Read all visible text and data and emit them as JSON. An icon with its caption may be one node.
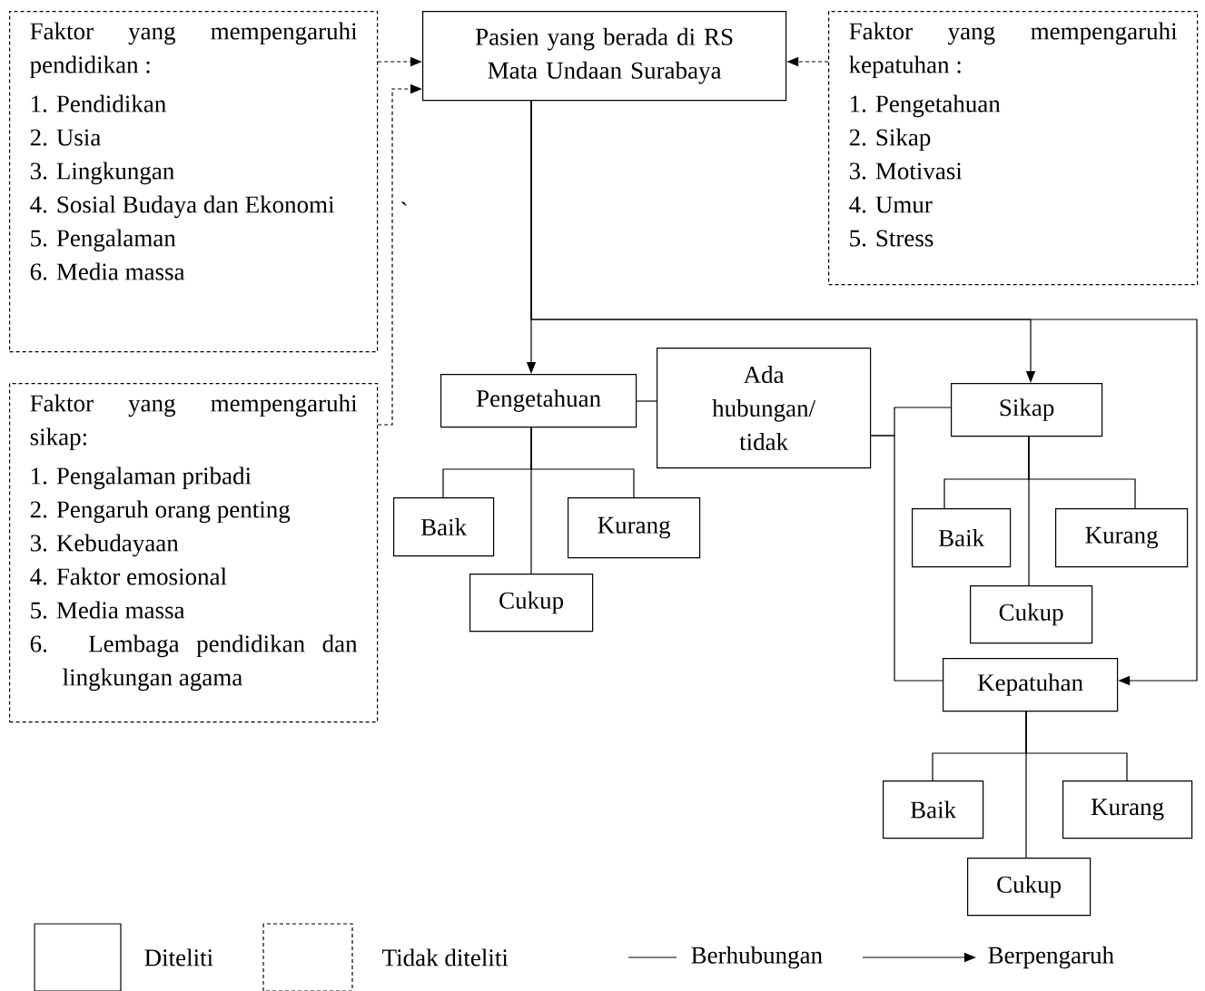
{
  "diagram": {
    "nodes": [
      {
        "text": [
          "Faktor yang mempengaruhi pendidikan :",
          "1. Pendidikan",
          "2. Usia",
          "3. Lingkungan",
          "4. Sosial Budaya dan Ekonomi",
          "5. Pengalaman",
          "6. Media massa"
        ]
      },
      {
        "text": [
          "Faktor yang mempengaruhi sikap:",
          "1. Pengalaman pribadi",
          "2. Pengaruh orang penting",
          "3. Kebudayaan",
          "4. Faktor emosional",
          "5. Media massa",
          "6. Lembaga pendidikan dan lingkungan agama"
        ]
      },
      {
        "text": [
          "Pasien yang berada di RS Mata Undaan Surabaya"
        ]
      },
      {
        "text": [
          "Faktor yang mempengaruhi kepatuhan :",
          "1. Pengetahuan",
          "2. Sikap",
          "3. Motivasi",
          "4. Umur",
          "5. Stress"
        ]
      },
      {
        "text": [
          "Pengetahuan"
        ]
      },
      {
        "text": [
          "Ada hubungan/ tidak"
        ]
      },
      {
        "text": [
          "Sikap"
        ]
      },
      {
        "text": [
          "Baik"
        ]
      },
      {
        "text": [
          "Kurang"
        ]
      },
      {
        "text": [
          "Cukup"
        ]
      },
      {
        "text": [
          "Baik"
        ]
      },
      {
        "text": [
          "Kurang"
        ]
      },
      {
        "text": [
          "Cukup"
        ]
      },
      {
        "text": [
          "Kepatuhan"
        ]
      },
      {
        "text": [
          "Baik"
        ]
      },
      {
        "text": [
          "Kurang"
        ]
      },
      {
        "text": [
          "Cukup"
        ]
      }
    ],
    "edges": [
      {
        "from": 0,
        "to": 2,
        "arrow": "to",
        "style": "dashed"
      },
      {
        "from": 1,
        "to": 2,
        "arrow": "to",
        "style": "dashed"
      },
      {
        "from": 3,
        "to": 2,
        "arrow": "to",
        "style": "dashed"
      },
      {
        "from": 2,
        "to": 4,
        "arrow": "to"
      },
      {
        "from": 2,
        "to": 6,
        "arrow": "to"
      },
      {
        "from": 2,
        "to": 13,
        "arrow": "to"
      },
      {
        "from": 4,
        "to": 5,
        "arrow": "none"
      },
      {
        "from": 5,
        "to": 6,
        "arrow": "none"
      },
      {
        "from": 5,
        "to": 13,
        "arrow": "none"
      },
      {
        "from": 4,
        "to": 7,
        "arrow": "none"
      },
      {
        "from": 4,
        "to": 8,
        "arrow": "none"
      },
      {
        "from": 4,
        "to": 9,
        "arrow": "none"
      },
      {
        "from": 6,
        "to": 10,
        "arrow": "none"
      },
      {
        "from": 6,
        "to": 11,
        "arrow": "none"
      },
      {
        "from": 6,
        "to": 12,
        "arrow": "none"
      },
      {
        "from": 13,
        "to": 14,
        "arrow": "none"
      },
      {
        "from": 13,
        "to": 15,
        "arrow": "none"
      },
      {
        "from": 13,
        "to": 16,
        "arrow": "none"
      }
    ],
    "labels": [
      "`"
    ],
    "legend": [
      {
        "text": "Diteliti"
      },
      {
        "text": "Tidak diteliti"
      },
      {
        "text": "Berhubungan"
      },
      {
        "text": "Berpengaruh"
      }
    ]
  }
}
